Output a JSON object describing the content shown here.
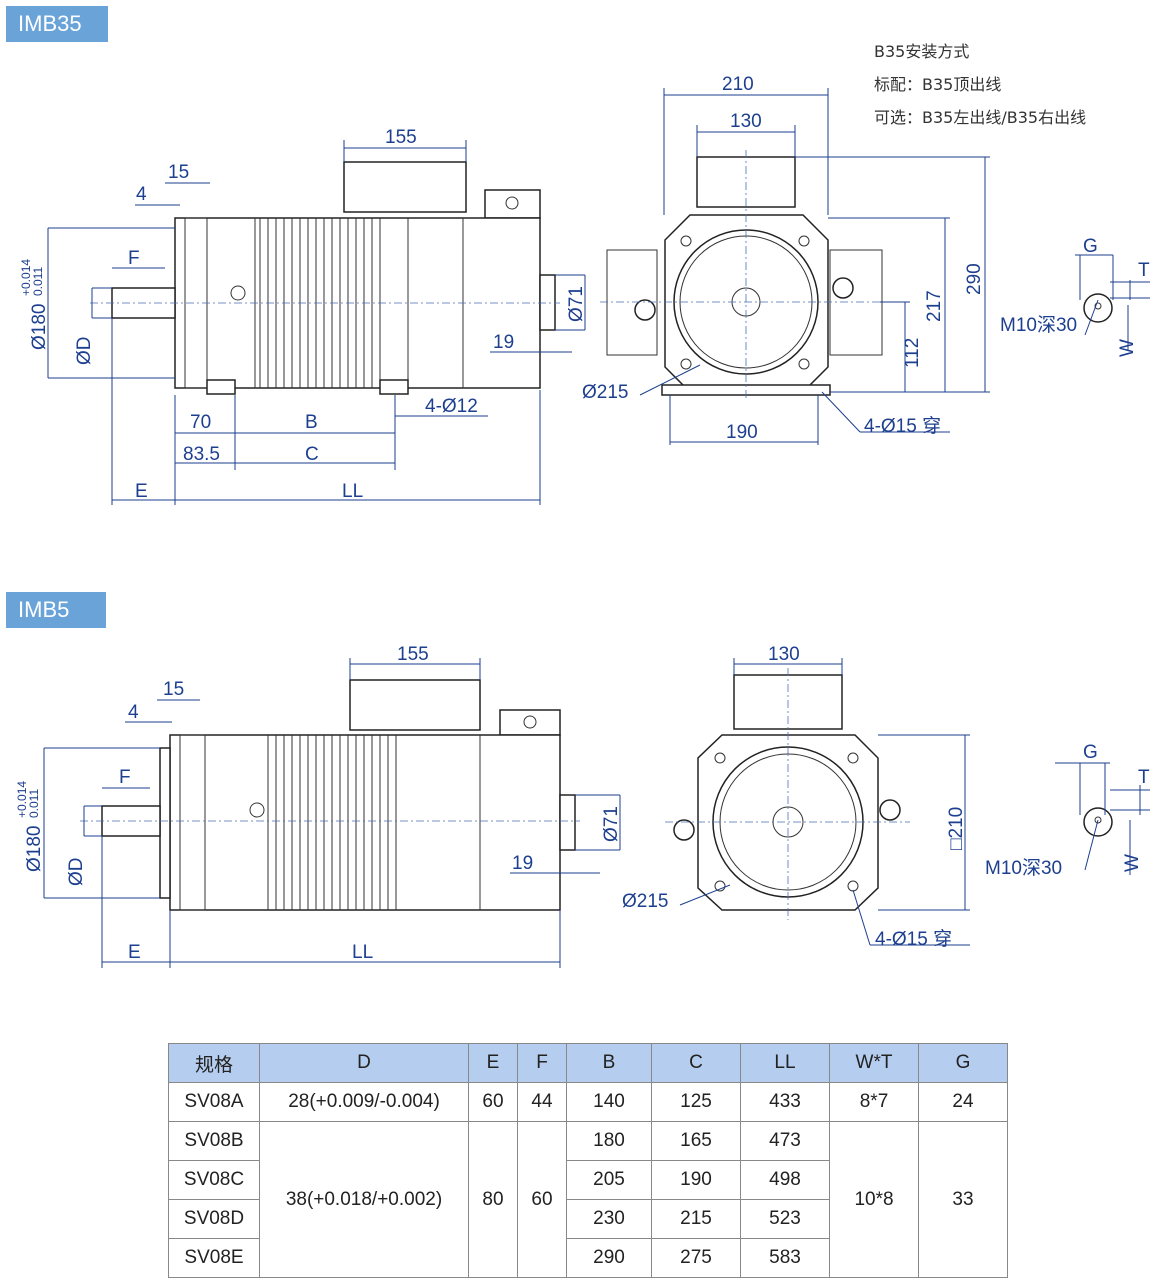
{
  "labels": {
    "b35": "IMB35",
    "b5": "IMB5"
  },
  "notes": [
    "B35安装方式",
    "标配：B35顶出线",
    "可选：B35左出线/B35右出线"
  ],
  "dims_b35": {
    "d155": "155",
    "d15": "15",
    "d4": "4",
    "F": "F",
    "d180": "Ø180",
    "tol_top": "+0.014",
    "tol_bot": "0.011",
    "D": "ØD",
    "d71": "Ø71",
    "d19": "19",
    "d70": "70",
    "d835": "83.5",
    "B": "B",
    "C": "C",
    "holes": "4-Ø12",
    "E": "E",
    "LL": "LL",
    "d210": "210",
    "d130": "130",
    "d290": "290",
    "d217": "217",
    "d112": "112",
    "d215": "Ø215",
    "d190": "190",
    "mholes": "4-Ø15 穿",
    "G": "G",
    "T": "T",
    "W": "W",
    "M10": "M10深30"
  },
  "dims_b5": {
    "d155": "155",
    "d15": "15",
    "d4": "4",
    "F": "F",
    "d180": "Ø180",
    "tol_top": "+0.014",
    "tol_bot": "0.011",
    "D": "ØD",
    "d71": "Ø71",
    "d19": "19",
    "E": "E",
    "LL": "LL",
    "d130": "130",
    "d210": "□210",
    "d215": "Ø215",
    "mholes": "4-Ø15 穿",
    "G": "G",
    "T": "T",
    "W": "W",
    "M10": "M10深30"
  },
  "table": {
    "headers": [
      "规格",
      "D",
      "E",
      "F",
      "B",
      "C",
      "LL",
      "W*T",
      "G"
    ],
    "rows": [
      [
        "SV08A",
        "28(+0.009/-0.004)",
        "60",
        "44",
        "140",
        "125",
        "433",
        "8*7",
        "24"
      ],
      [
        "SV08B",
        "38(+0.018/+0.002)",
        "80",
        "60",
        "180",
        "165",
        "473",
        "10*8",
        "33"
      ],
      [
        "SV08C",
        "",
        "",
        "",
        "205",
        "190",
        "498",
        "",
        ""
      ],
      [
        "SV08D",
        "",
        "",
        "",
        "230",
        "215",
        "523",
        "",
        ""
      ],
      [
        "SV08E",
        "",
        "",
        "",
        "290",
        "275",
        "583",
        "",
        ""
      ]
    ]
  }
}
